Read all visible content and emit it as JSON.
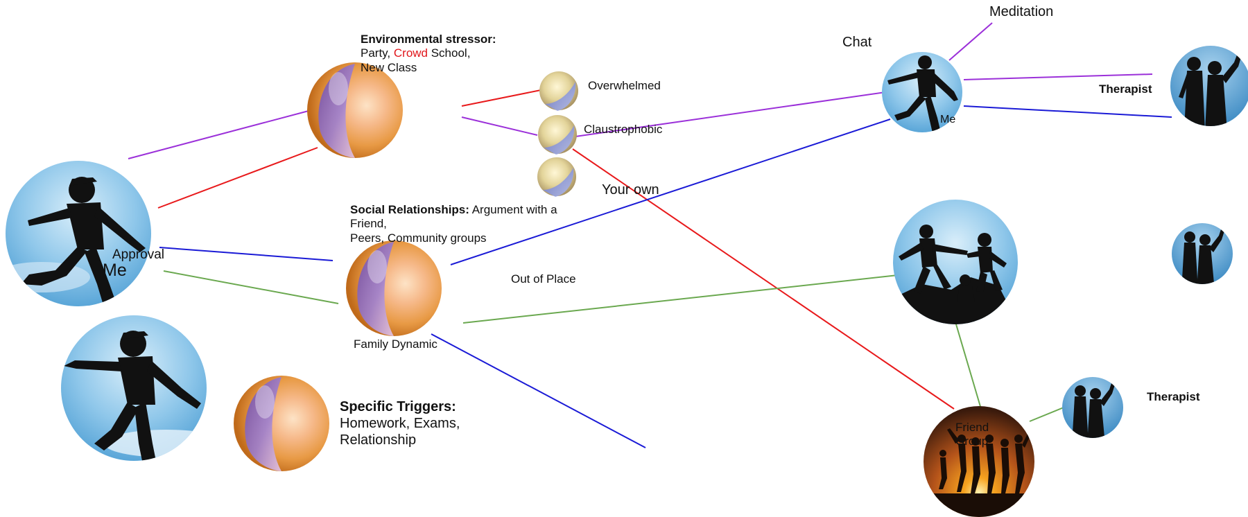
{
  "labels": {
    "me_left_small": "Approval",
    "me_left": "Me",
    "env_heading": "Environmental stressor:",
    "env_line_a": "Party, ",
    "env_crowd": "Crowd",
    "env_line_b": " School,",
    "env_line_c": "New Class",
    "overwhelmed": "Overwhelmed",
    "claustrophobic": "Claustrophobic",
    "your_own": "Your own",
    "social_heading": "Social Relationships:",
    "social_text_a": " Argument with a",
    "social_text_b": "Friend,",
    "social_text_c": "Peers, Community groups",
    "out_of_place": "Out of Place",
    "family_dynamic": "Family Dynamic",
    "specific_heading": "Specific Triggers:",
    "specific_line_1": "Homework, Exams,",
    "specific_line_2": "Relationship",
    "meditation": "Meditation",
    "chat": "Chat",
    "me_right": "Me",
    "therapist_top": "Therapist",
    "therapist_bottom": "Therapist",
    "friend_group_1": "Friend",
    "friend_group_2": "Group"
  },
  "colors": {
    "purple": "#9b30d9",
    "red": "#e8191b",
    "blue": "#1a1ad6",
    "green": "#6aa84f",
    "crowd": "#e0161b"
  },
  "icons": [
    "person-silhouette-icon",
    "marble-icon",
    "two-people-icon",
    "holding-hands-icon",
    "friends-sunset-icon"
  ]
}
